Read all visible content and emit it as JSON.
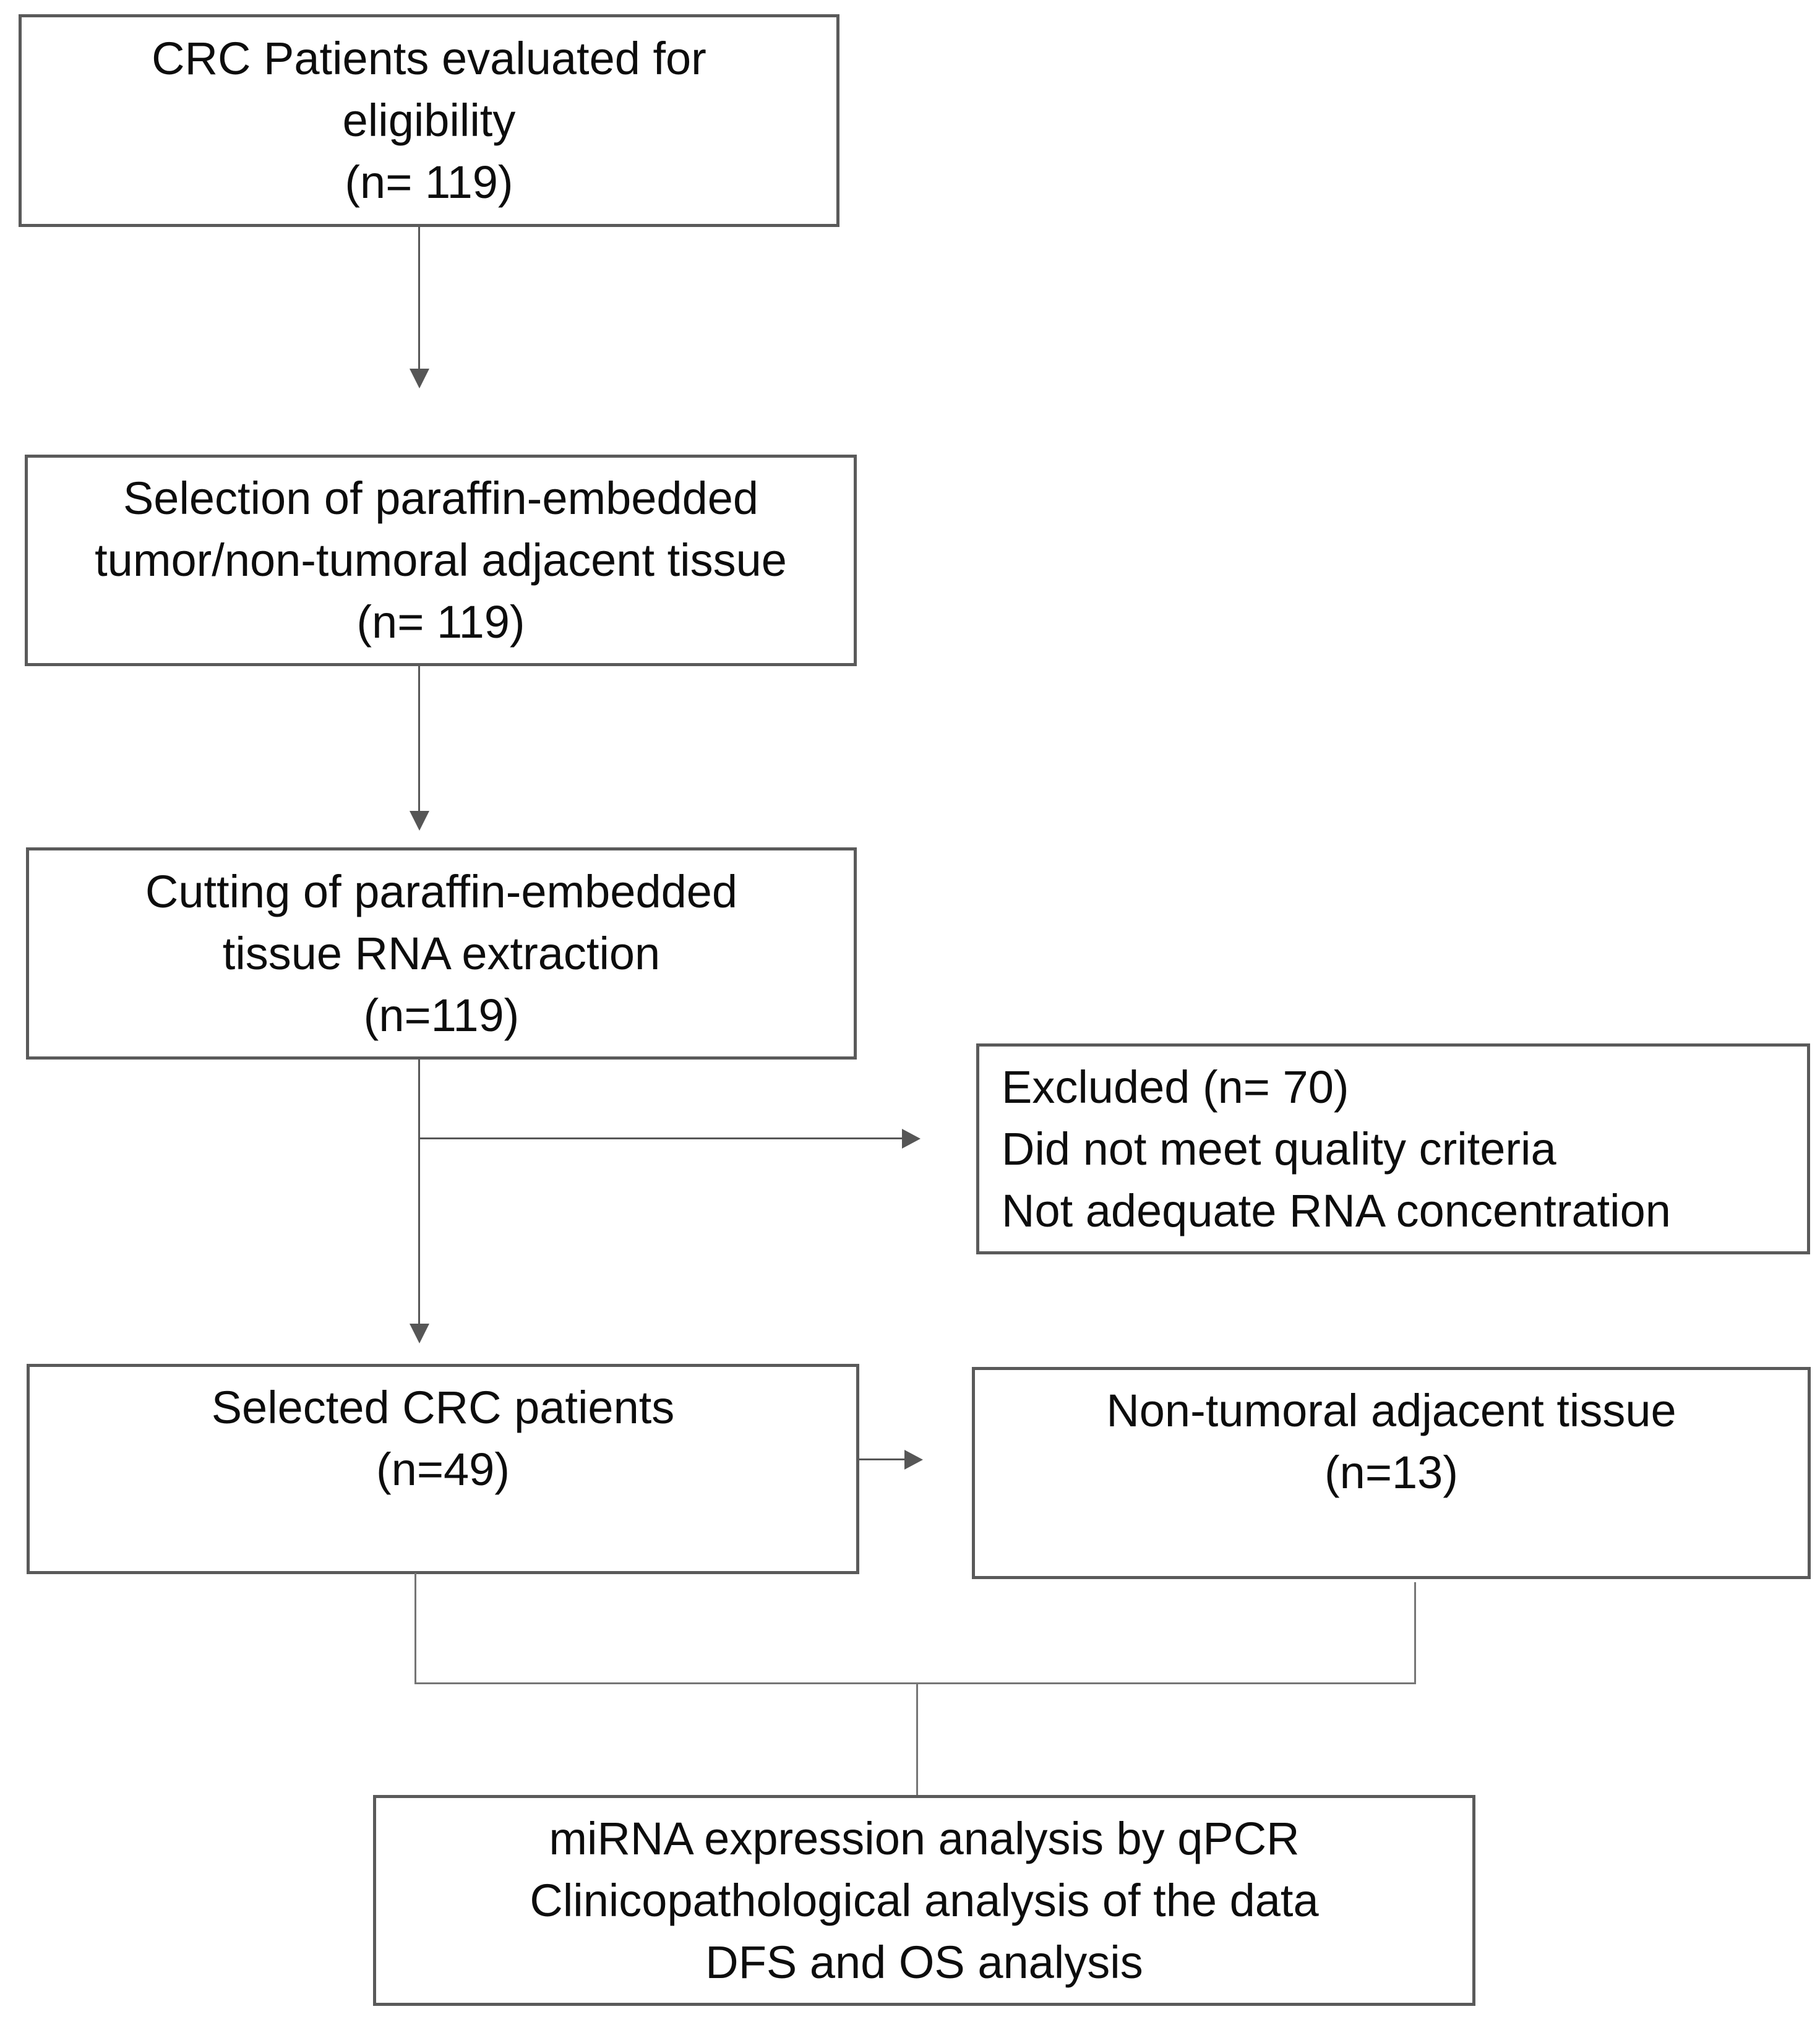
{
  "boxes": {
    "eligibility": {
      "lines": [
        "CRC Patients evaluated for",
        "eligibility",
        "(n= 119)"
      ]
    },
    "selection": {
      "lines": [
        "Selection of paraffin-embedded",
        "tumor/non-tumoral adjacent tissue",
        "(n= 119)"
      ]
    },
    "cutting": {
      "lines": [
        "Cutting of paraffin-embedded",
        "tissue RNA extraction",
        "(n=119)"
      ]
    },
    "excluded": {
      "lines": [
        "Excluded (n= 70)",
        "Did not meet quality criteria",
        "Not adequate RNA concentration"
      ]
    },
    "selected": {
      "lines": [
        "Selected CRC patients",
        "(n=49)"
      ]
    },
    "nontumoral": {
      "lines": [
        "Non-tumoral adjacent tissue",
        "(n=13)"
      ]
    },
    "analysis": {
      "lines": [
        "miRNA expression analysis by qPCR",
        "Clinicopathological analysis of the data",
        "DFS and OS analysis"
      ]
    }
  },
  "colors": {
    "box_border": "#5a5a5a",
    "arrow": "#565656",
    "connector": "#757575",
    "text": "#0d0d0d",
    "background": "#ffffff"
  }
}
